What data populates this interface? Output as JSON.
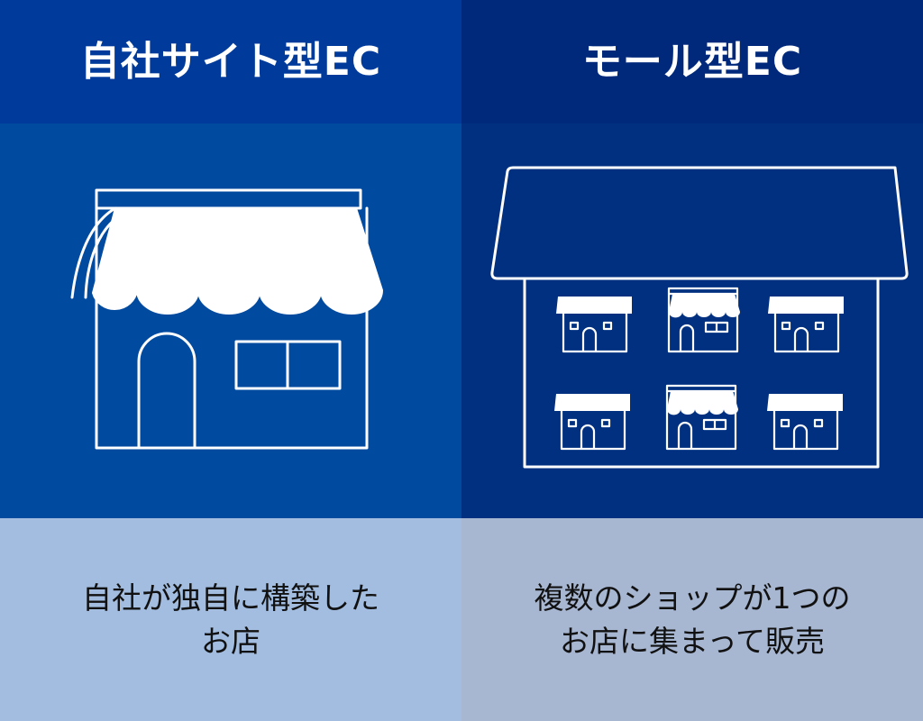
{
  "left": {
    "title": "自社サイト型EC",
    "desc_line1": "自社が独自に構築した",
    "desc_line2": "お店",
    "illustration": "single-shop-icon"
  },
  "right": {
    "title": "モール型EC",
    "desc_line1": "複数のショップが1つの",
    "desc_line2": "お店に集まって販売",
    "illustration": "mall-building-icon"
  },
  "colors": {
    "header_left": "#003b9c",
    "header_right": "#00297b",
    "image_left": "#004aa0",
    "image_right": "#00307f",
    "desc_left": "#a2bde0",
    "desc_right": "#a7b6d1",
    "line": "#ffffff"
  }
}
